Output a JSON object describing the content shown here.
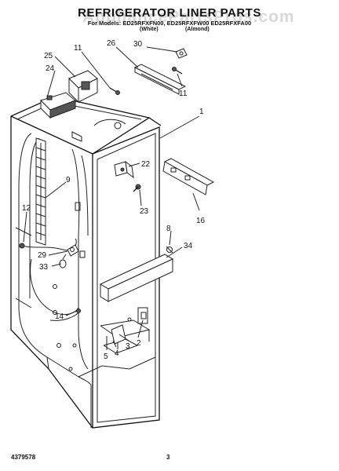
{
  "header": {
    "title": "REFRIGERATOR LINER PARTS",
    "model_line": "For Models: ED25RFXFN00, ED25RFXFW00 ED25RFXFA00",
    "variant_white": "(White)",
    "variant_almond": "(Almond)"
  },
  "watermark": "AppliancePartsPros.com",
  "footer": {
    "doc_number": "4379578",
    "page_number": "3"
  },
  "callouts": [
    {
      "id": "30",
      "label": "30"
    },
    {
      "id": "26",
      "label": "26"
    },
    {
      "id": "11a",
      "label": "11"
    },
    {
      "id": "25",
      "label": "25"
    },
    {
      "id": "24",
      "label": "24"
    },
    {
      "id": "11b",
      "label": "11"
    },
    {
      "id": "1",
      "label": "1"
    },
    {
      "id": "22",
      "label": "22"
    },
    {
      "id": "9",
      "label": "9"
    },
    {
      "id": "23",
      "label": "23"
    },
    {
      "id": "12",
      "label": "12"
    },
    {
      "id": "16",
      "label": "16"
    },
    {
      "id": "8",
      "label": "8"
    },
    {
      "id": "29",
      "label": "29"
    },
    {
      "id": "34",
      "label": "34"
    },
    {
      "id": "33",
      "label": "33"
    },
    {
      "id": "14",
      "label": "14"
    },
    {
      "id": "3",
      "label": "3"
    },
    {
      "id": "2",
      "label": "2"
    },
    {
      "id": "4",
      "label": "4"
    },
    {
      "id": "5",
      "label": "5"
    }
  ]
}
